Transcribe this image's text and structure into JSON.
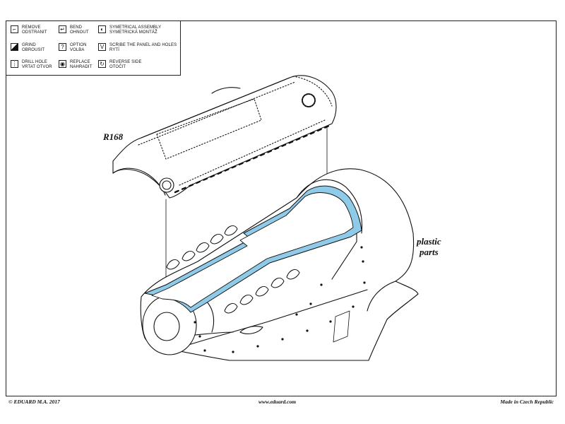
{
  "legend": {
    "remove": {
      "line1": "REMOVE",
      "line2": "ODSTRANIT",
      "icon": "remove-icon"
    },
    "bend": {
      "line1": "BEND",
      "line2": "OHNOUT",
      "icon": "bend-icon"
    },
    "symmetrical": {
      "line1": "SYMETRICAL ASSEMBLY",
      "line2": "SYMETRICKÁ MONTÁŽ",
      "icon": "symmetrical-assembly-icon"
    },
    "grind": {
      "line1": "GRIND",
      "line2": "OBROUSIT",
      "icon": "grind-icon"
    },
    "option": {
      "line1": "OPTION",
      "line2": "VOLBA",
      "icon": "option-icon"
    },
    "scribe": {
      "line1": "SCRIBE THE PANEL AND HOLES",
      "line2": "RYTÍ",
      "icon": "scribe-icon"
    },
    "drill": {
      "line1": "DRILL HOLE",
      "line2": "VRTAT OTVOR",
      "icon": "drill-hole-icon"
    },
    "replace": {
      "line1": "REPLACE",
      "line2": "NAHRADIT",
      "icon": "replace-icon"
    },
    "reverse": {
      "line1": "REVERSE SIDE",
      "line2": "OTOČIT",
      "icon": "reverse-side-icon"
    }
  },
  "part_label": "R168",
  "plastic_label": {
    "line1": "plastic",
    "line2": "parts"
  },
  "footer": {
    "copyright": "© EDUARD  M.A. 2017",
    "website": "www.eduard.com",
    "made_in": "Made in Czech Republic"
  },
  "colors": {
    "highlight": "#8fcbe8",
    "ink": "#111111"
  }
}
